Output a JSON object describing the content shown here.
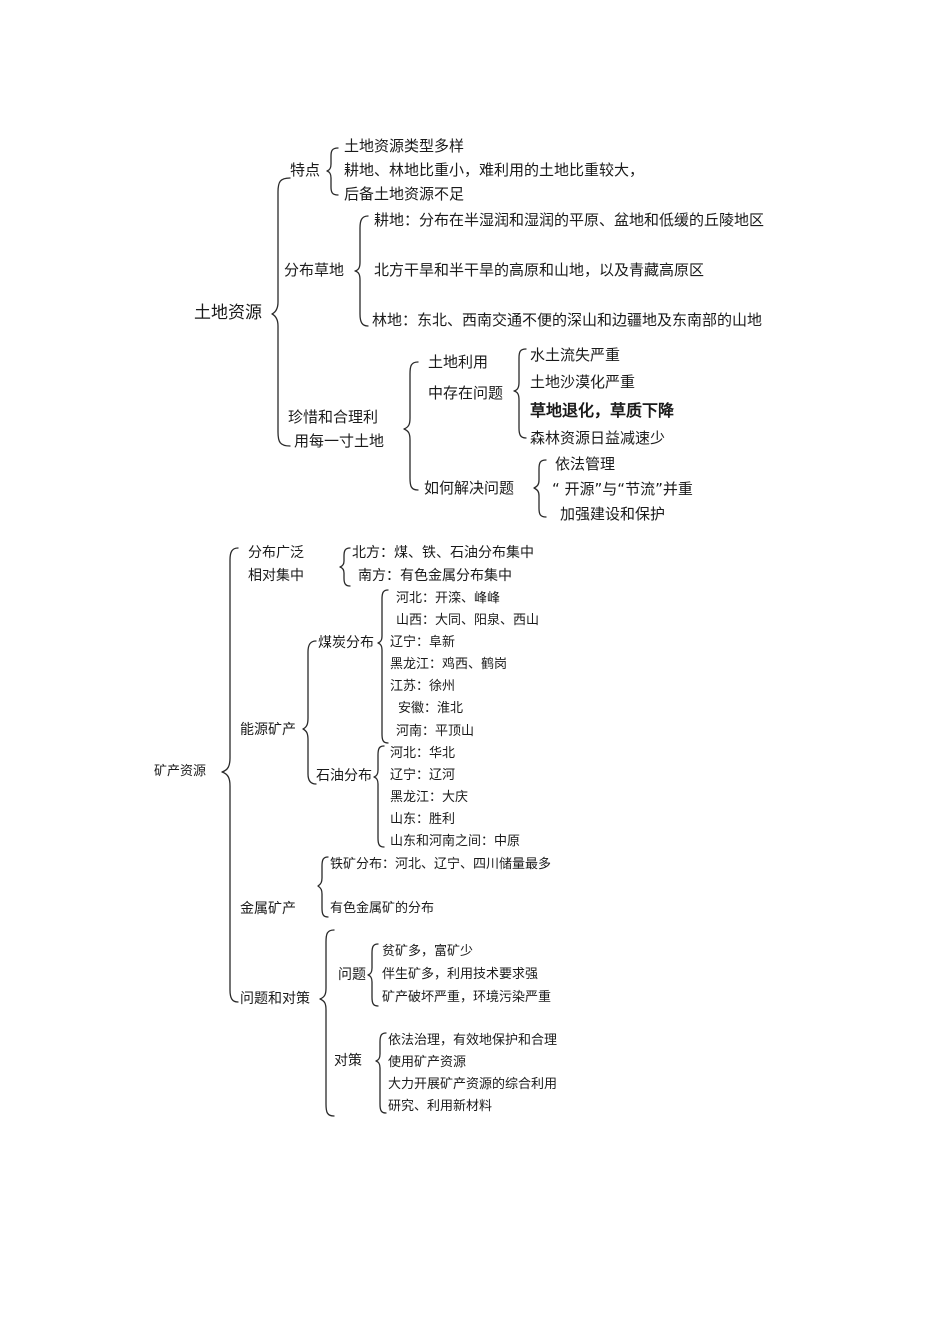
{
  "land": {
    "title": "土地资源",
    "features": {
      "label": "特点",
      "items": [
        "土地资源类型多样",
        "耕地、林地比重小，难利用的土地比重较大，",
        "后备土地资源不足"
      ]
    },
    "distribution": {
      "label": "分布草地",
      "items": [
        "耕地：分布在半湿润和湿润的平原、盆地和低缓的丘陵地区",
        "北方干旱和半干旱的高原和山地，以及青藏高原区",
        "林地：东北、西南交通不便的深山和边疆地及东南部的山地"
      ]
    },
    "cherish": {
      "label_line1": "珍惜和合理利",
      "label_line2": "用每一寸土地",
      "problems": {
        "label_line1": "土地利用",
        "label_line2": "中存在问题",
        "items": [
          "水土流失严重",
          "土地沙漠化严重",
          "草地退化，草质下降",
          "森林资源日益减速少"
        ]
      },
      "solutions": {
        "label": "如何解决问题",
        "items": [
          "依法管理",
          "“ 开源”与“节流”并重",
          "加强建设和保护"
        ]
      }
    }
  },
  "mineral": {
    "title": "矿产资源",
    "distribution": {
      "label_line1": "分布广泛",
      "label_line2": "相对集中",
      "items": [
        "北方：煤、铁、石油分布集中",
        "南方：有色金属分布集中"
      ]
    },
    "energy": {
      "label": "能源矿产",
      "coal": {
        "label": "煤炭分布",
        "items": [
          "河北：开滦、峰峰",
          "山西：大同、阳泉、西山",
          "辽宁：阜新",
          "黑龙江：鸡西、鹤岗",
          "江苏：徐州",
          "安徽：淮北",
          "河南：平顶山"
        ]
      },
      "oil": {
        "label": "石油分布",
        "items": [
          "河北：华北",
          "辽宁：辽河",
          "黑龙江：大庆",
          "山东：胜利",
          "山东和河南之间：中原"
        ]
      }
    },
    "metal": {
      "label": "金属矿产",
      "items": [
        "铁矿分布：河北、辽宁、四川储量最多",
        "有色金属矿的分布"
      ]
    },
    "issues": {
      "label": "问题和对策",
      "problems": {
        "label": "问题",
        "items": [
          "贫矿多，富矿少",
          "伴生矿多，利用技术要求强",
          "矿产破坏严重，环境污染严重"
        ]
      },
      "measures": {
        "label": "对策",
        "items": [
          "依法治理，有效地保护和合理",
          "使用矿产资源",
          "大力开展矿产资源的综合利用",
          "研究、利用新材料"
        ]
      }
    }
  }
}
